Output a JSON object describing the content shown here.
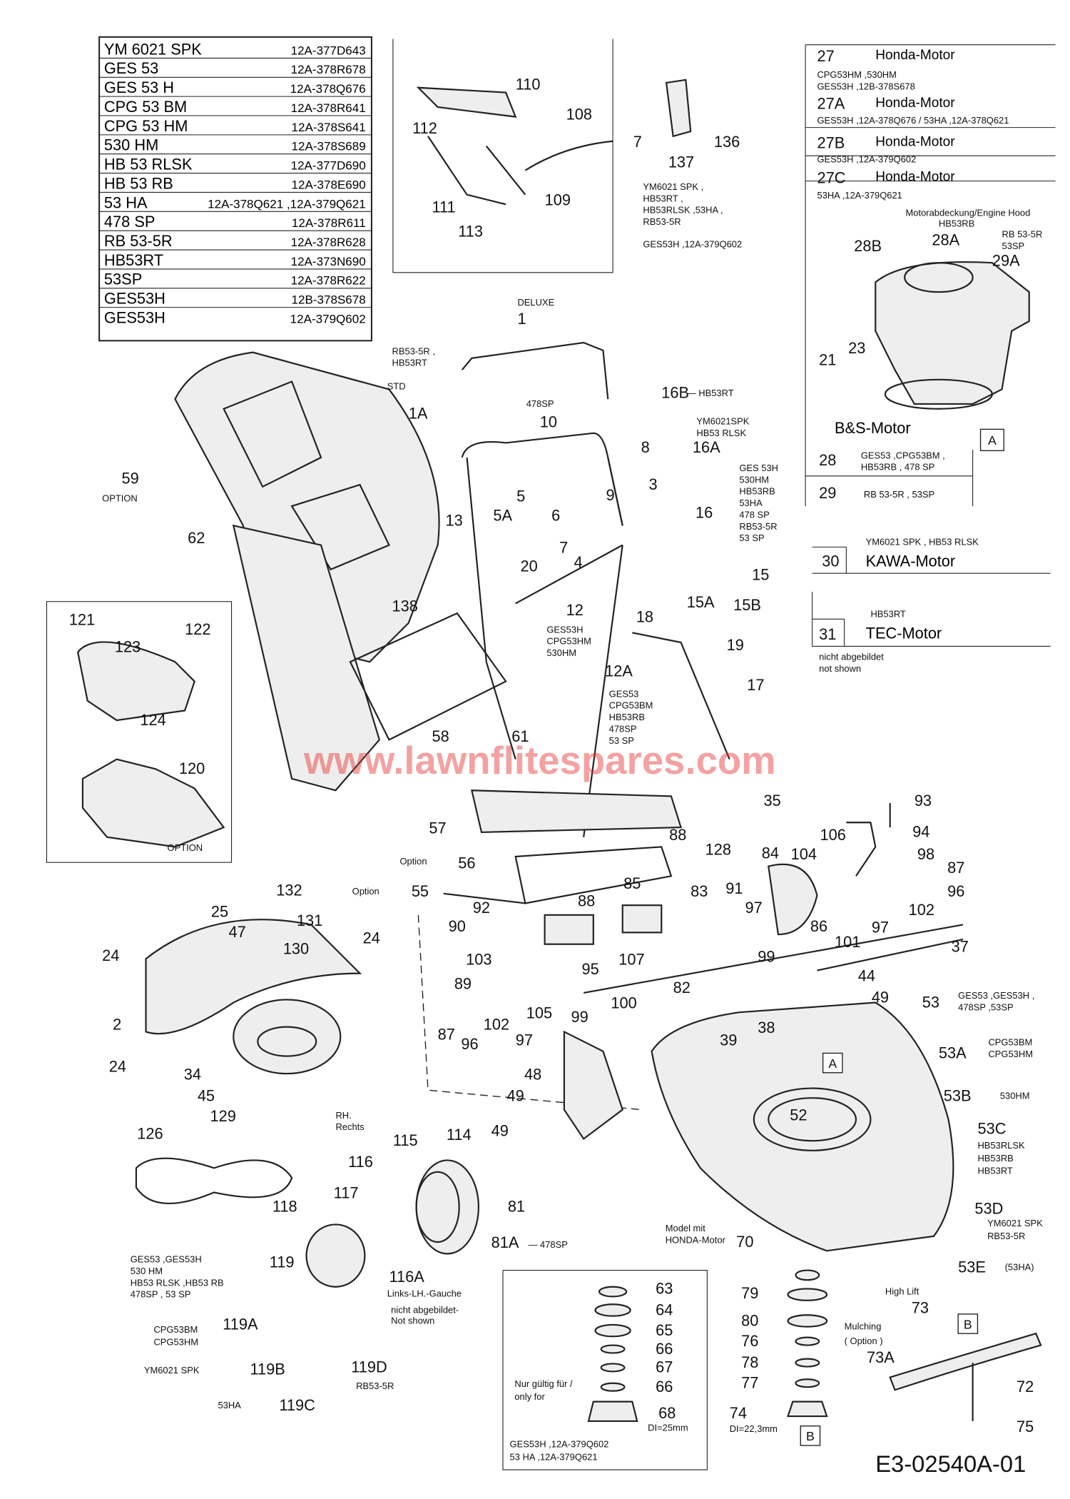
{
  "model_table": [
    {
      "model": "YM 6021 SPK",
      "code": "12A-377D643"
    },
    {
      "model": "GES 53",
      "code": "12A-378R678"
    },
    {
      "model": "GES 53 H",
      "code": "12A-378Q676"
    },
    {
      "model": "CPG 53 BM",
      "code": "12A-378R641"
    },
    {
      "model": "CPG 53 HM",
      "code": "12A-378S641"
    },
    {
      "model": "530 HM",
      "code": "12A-378S689"
    },
    {
      "model": "HB 53 RLSK",
      "code": "12A-377D690"
    },
    {
      "model": "HB 53 RB",
      "code": "12A-378E690"
    },
    {
      "model": "53 HA",
      "code": "12A-378Q621 ,12A-379Q621"
    },
    {
      "model": "478 SP",
      "code": "12A-378R611"
    },
    {
      "model": "RB 53-5R",
      "code": "12A-378R628"
    },
    {
      "model": "HB53RT",
      "code": "12A-373N690"
    },
    {
      "model": "53SP",
      "code": "12A-378R622"
    },
    {
      "model": "GES53H",
      "code": "12B-378S678"
    },
    {
      "model": "GES53H",
      "code": "12A-379Q602"
    }
  ],
  "engines": {
    "honda": [
      {
        "num": "27",
        "name": "Honda-Motor",
        "models": [
          "CPG53HM ,530HM",
          "GES53H ,12B-378S678"
        ]
      },
      {
        "num": "27A",
        "name": "Honda-Motor",
        "models": [
          "GES53H ,12A-378Q676 /  53HA ,12A-378Q621"
        ]
      },
      {
        "num": "27B",
        "name": "Honda-Motor",
        "models": [
          "GES53H ,12A-379Q602"
        ]
      },
      {
        "num": "27C",
        "name": "Honda-Motor",
        "models": [
          "53HA ,12A-379Q621"
        ]
      }
    ],
    "hood_title": "Motorabdeckung/Engine Hood",
    "hood_labels": [
      "HB53RB",
      "28A",
      "28B",
      "RB 53-5R",
      "53SP",
      "29A",
      "21",
      "23"
    ],
    "bs_title": "B&S-Motor",
    "bs_ref": "A",
    "bs_rows": [
      {
        "num": "28",
        "models": [
          "GES53 ,CPG53BM ,",
          "HB53RB , 478 SP"
        ]
      },
      {
        "num": "29",
        "models": [
          "RB 53-5R , 53SP"
        ]
      }
    ],
    "kawa": {
      "num": "30",
      "name": "KAWA-Motor",
      "models": "YM6021 SPK , HB53 RLSK"
    },
    "tec": {
      "num": "31",
      "name": "TEC-Motor",
      "models": "HB53RT"
    },
    "not_shown": [
      "nicht abgebildet",
      "not shown"
    ]
  },
  "callouts": [
    "110",
    "108",
    "112",
    "111",
    "109",
    "113",
    "7",
    "137",
    "136",
    "1",
    "1A",
    "10",
    "16B",
    "16A",
    "8",
    "3",
    "16",
    "59",
    "62",
    "13",
    "5",
    "5A",
    "6",
    "9",
    "7",
    "4",
    "20",
    "12",
    "18",
    "15",
    "15A",
    "15B",
    "19",
    "17",
    "12A",
    "138",
    "58",
    "61",
    "121",
    "122",
    "123",
    "124",
    "120",
    "35",
    "57",
    "56",
    "55",
    "88",
    "128",
    "88",
    "85",
    "83",
    "91",
    "84",
    "104",
    "106",
    "93",
    "94",
    "98",
    "87",
    "96",
    "102",
    "97",
    "97",
    "86",
    "101",
    "99",
    "37",
    "92",
    "90",
    "103",
    "89",
    "95",
    "107",
    "82",
    "44",
    "49",
    "100",
    "105",
    "102",
    "97",
    "99",
    "87",
    "96",
    "39",
    "38",
    "53",
    "53A",
    "53B",
    "53C",
    "53D",
    "53E",
    "48",
    "49",
    "49",
    "52",
    "132",
    "131",
    "130",
    "25",
    "47",
    "24",
    "24",
    "2",
    "24",
    "34",
    "45",
    "129",
    "126",
    "116",
    "115",
    "114",
    "117",
    "118",
    "81",
    "81A",
    "119",
    "116A",
    "119A",
    "119B",
    "119D",
    "119C",
    "70",
    "79",
    "80",
    "76",
    "78",
    "77",
    "74",
    "63",
    "64",
    "65",
    "66",
    "67",
    "66",
    "68",
    "73",
    "73A",
    "72",
    "75"
  ],
  "notes": [
    "YM6021 SPK ,",
    "HB53RT ,",
    "HB53RLSK ,53HA ,",
    "RB53-5R",
    "GES53H ,12A-379Q602",
    "DELUXE",
    "RB53-5R ,",
    "HB53RT",
    "STD",
    "478SP",
    "— HB53RT",
    "YM6021SPK",
    "HB53 RLSK",
    "GES 53H",
    "530HM",
    "HB53RB",
    "53HA",
    "478 SP",
    "RB53-5R",
    "53 SP",
    "OPTION",
    "GES53H",
    "CPG53HM",
    "530HM",
    "GES53",
    "CPG53BM",
    "HB53RB",
    "478SP",
    "53 SP",
    "OPTION",
    "Option",
    "Option",
    "GES53 ,GES53H ,",
    "478SP ,53SP",
    "CPG53BM",
    "CPG53HM",
    "530HM",
    "HB53RLSK",
    "HB53RB",
    "HB53RT",
    "YM6021 SPK",
    "RB53-5R",
    "(53HA)",
    "RH.",
    "Rechts",
    "— 478SP",
    "Links-LH.-Gauche",
    "nicht abgebildet-",
    "Not shown",
    "GES53 ,GES53H",
    "530 HM",
    "HB53 RLSK ,HB53 RB",
    "478SP , 53 SP",
    "CPG53BM",
    "CPG53HM",
    "YM6021 SPK",
    "RB53-5R",
    "53HA",
    "Model mit",
    "HONDA-Motor",
    "DI=22,3mm",
    "DI=25mm",
    "Nur gültig für /",
    "only for",
    "GES53H ,12A-379Q602",
    "53 HA    ,12A-379Q621",
    "High Lift",
    "Mulching",
    "( Option )"
  ],
  "ref_boxes": [
    "A",
    "B",
    "B"
  ],
  "drawing_number": "E3-02540A-01",
  "watermark": "www.lawnflitespares.com",
  "colors": {
    "line": "#222222",
    "watermark": "#e83030"
  }
}
